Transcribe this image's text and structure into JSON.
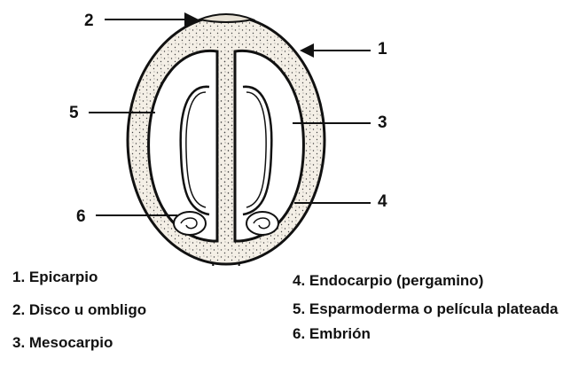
{
  "callouts": [
    "2",
    "1",
    "5",
    "3",
    "6",
    "4"
  ],
  "legend_left": [
    "1. Epicarpio",
    "2. Disco u ombligo",
    "3. Mesocarpio"
  ],
  "legend_right": [
    "4. Endocarpio (pergamino)",
    "5. Esparmoderma o película plateada",
    "6. Embrión"
  ],
  "colors": {
    "ink": "#111111",
    "fill": "#f4efe6",
    "background": "#ffffff"
  }
}
